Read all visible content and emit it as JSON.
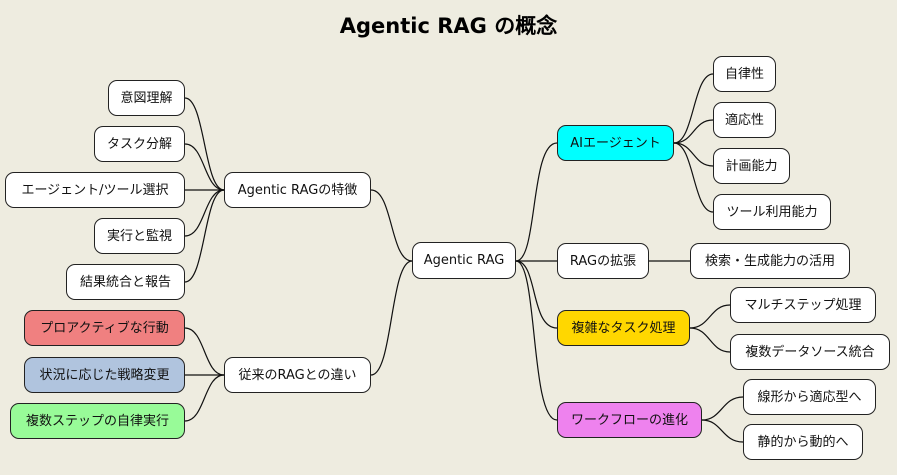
{
  "title": "Agentic RAG の概念",
  "colors": {
    "background": "#eeece0",
    "node_default": "#ffffff",
    "ai_agent": "#00ffff",
    "complex_task": "#ffd700",
    "workflow": "#ee82ee",
    "proactive": "#f08080",
    "situational": "#b0c4de",
    "autonomous": "#98fb98"
  },
  "nodes": {
    "root": "Agentic RAG",
    "features": {
      "label": "Agentic RAGの特徴",
      "children": [
        "意図理解",
        "タスク分解",
        "エージェント/ツール選択",
        "実行と監視",
        "結果統合と報告"
      ]
    },
    "diff": {
      "label": "従来のRAGとの違い",
      "children": [
        "プロアクティブな行動",
        "状況に応じた戦略変更",
        "複数ステップの自律実行"
      ]
    },
    "ai_agent": {
      "label": "AIエージェント",
      "children": [
        "自律性",
        "適応性",
        "計画能力",
        "ツール利用能力"
      ]
    },
    "rag_ext": {
      "label": "RAGの拡張",
      "children": [
        "検索・生成能力の活用"
      ]
    },
    "complex": {
      "label": "複雑なタスク処理",
      "children": [
        "マルチステップ処理",
        "複数データソース統合"
      ]
    },
    "workflow": {
      "label": "ワークフローの進化",
      "children": [
        "線形から適応型へ",
        "静的から動的へ"
      ]
    }
  }
}
